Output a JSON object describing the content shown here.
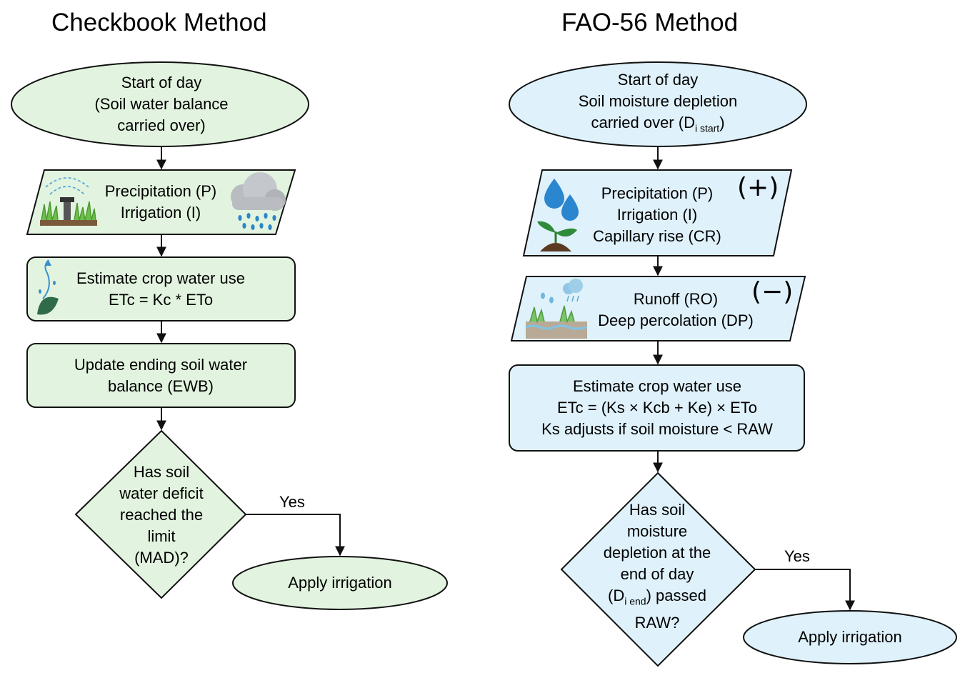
{
  "colors": {
    "left_fill": "#e2f4df",
    "right_fill": "#dff1fa",
    "stroke": "#111111"
  },
  "left": {
    "title": "Checkbook Method",
    "start": [
      "Start of day",
      "(Soil water balance",
      "carried over)"
    ],
    "inputs": [
      "Precipitation (P)",
      "Irrigation (I)"
    ],
    "inputs_icons": [
      "sprinkler-icon",
      "rain-cloud-icon"
    ],
    "estimate": [
      "Estimate crop water use",
      "ETc = Kc * ETo"
    ],
    "estimate_icon": "leaf-transpiration-icon",
    "update": [
      "Update ending soil water",
      "balance (EWB)"
    ],
    "decision": [
      "Has soil",
      "water deficit",
      "reached the",
      "limit",
      "(MAD)?"
    ],
    "yes": "Yes",
    "apply": "Apply irrigation"
  },
  "right": {
    "title": "FAO-56 Method",
    "start_line1": "Start of day",
    "start_line2": "Soil moisture depletion",
    "start_line3_pre": "carried over (D",
    "start_line3_sub": "i start",
    "start_line3_post": ")",
    "inputs": [
      "Precipitation (P)",
      "Irrigation (I)",
      "Capillary rise (CR)"
    ],
    "inputs_sign": "(+)",
    "inputs_icons": [
      "water-drops-icon",
      "seedling-icon"
    ],
    "losses": [
      "Runoff (RO)",
      "Deep percolation (DP)"
    ],
    "losses_sign": "(−)",
    "losses_icon": "soil-percolation-icon",
    "estimate": [
      "Estimate crop water use",
      "ETc = (Ks × Kcb + Ke) × ETo",
      "Ks adjusts if soil moisture < RAW"
    ],
    "decision_line1": "Has soil",
    "decision_line2": "moisture",
    "decision_line3": "depletion at the",
    "decision_line4": "end of day",
    "decision_line5_pre": "(D",
    "decision_line5_sub": "i end",
    "decision_line5_post": ") passed",
    "decision_line6": "RAW?",
    "yes": "Yes",
    "apply": "Apply irrigation"
  }
}
